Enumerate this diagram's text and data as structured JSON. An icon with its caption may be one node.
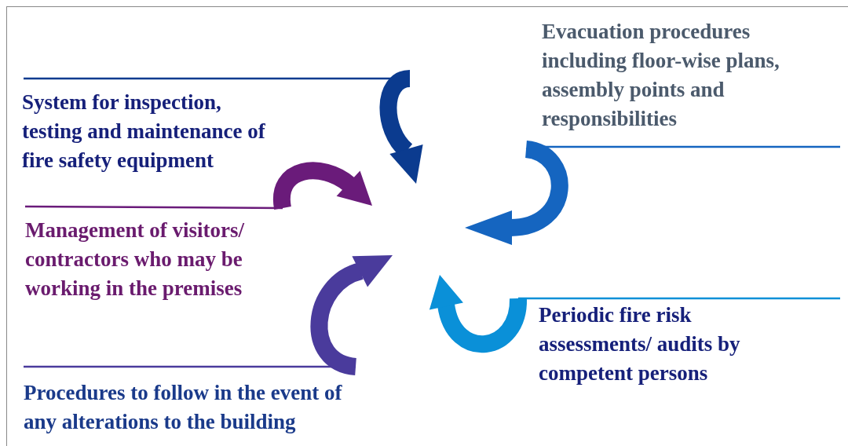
{
  "diagram": {
    "nodes": [
      {
        "text": [
          "Evacuation procedures including floor-wise plans, assembly points and responsibilities"
        ]
      },
      {
        "text": [
          "System for inspection, testing and maintenance of fire safety equipment"
        ]
      },
      {
        "text": [
          "Management of visitors/ contractors who may be working in the premises"
        ]
      },
      {
        "text": [
          "Periodic fire risk assessments/ audits by competent persons"
        ]
      },
      {
        "text": [
          "Procedures to follow in the event of any alterations to the building"
        ]
      },
      {
        "text": [],
        "shape": "arrow"
      },
      {
        "text": [],
        "shape": "arrow"
      },
      {
        "text": [],
        "shape": "arrow"
      },
      {
        "text": [],
        "shape": "arrow"
      },
      {
        "text": [],
        "shape": "arrow"
      }
    ],
    "edges": [
      {
        "from": 0,
        "to": 6,
        "arrow": "none"
      },
      {
        "from": 1,
        "to": 5,
        "arrow": "none"
      },
      {
        "from": 2,
        "to": 7,
        "arrow": "none"
      },
      {
        "from": 3,
        "to": 8,
        "arrow": "none"
      },
      {
        "from": 4,
        "to": 9,
        "arrow": "none"
      }
    ]
  }
}
